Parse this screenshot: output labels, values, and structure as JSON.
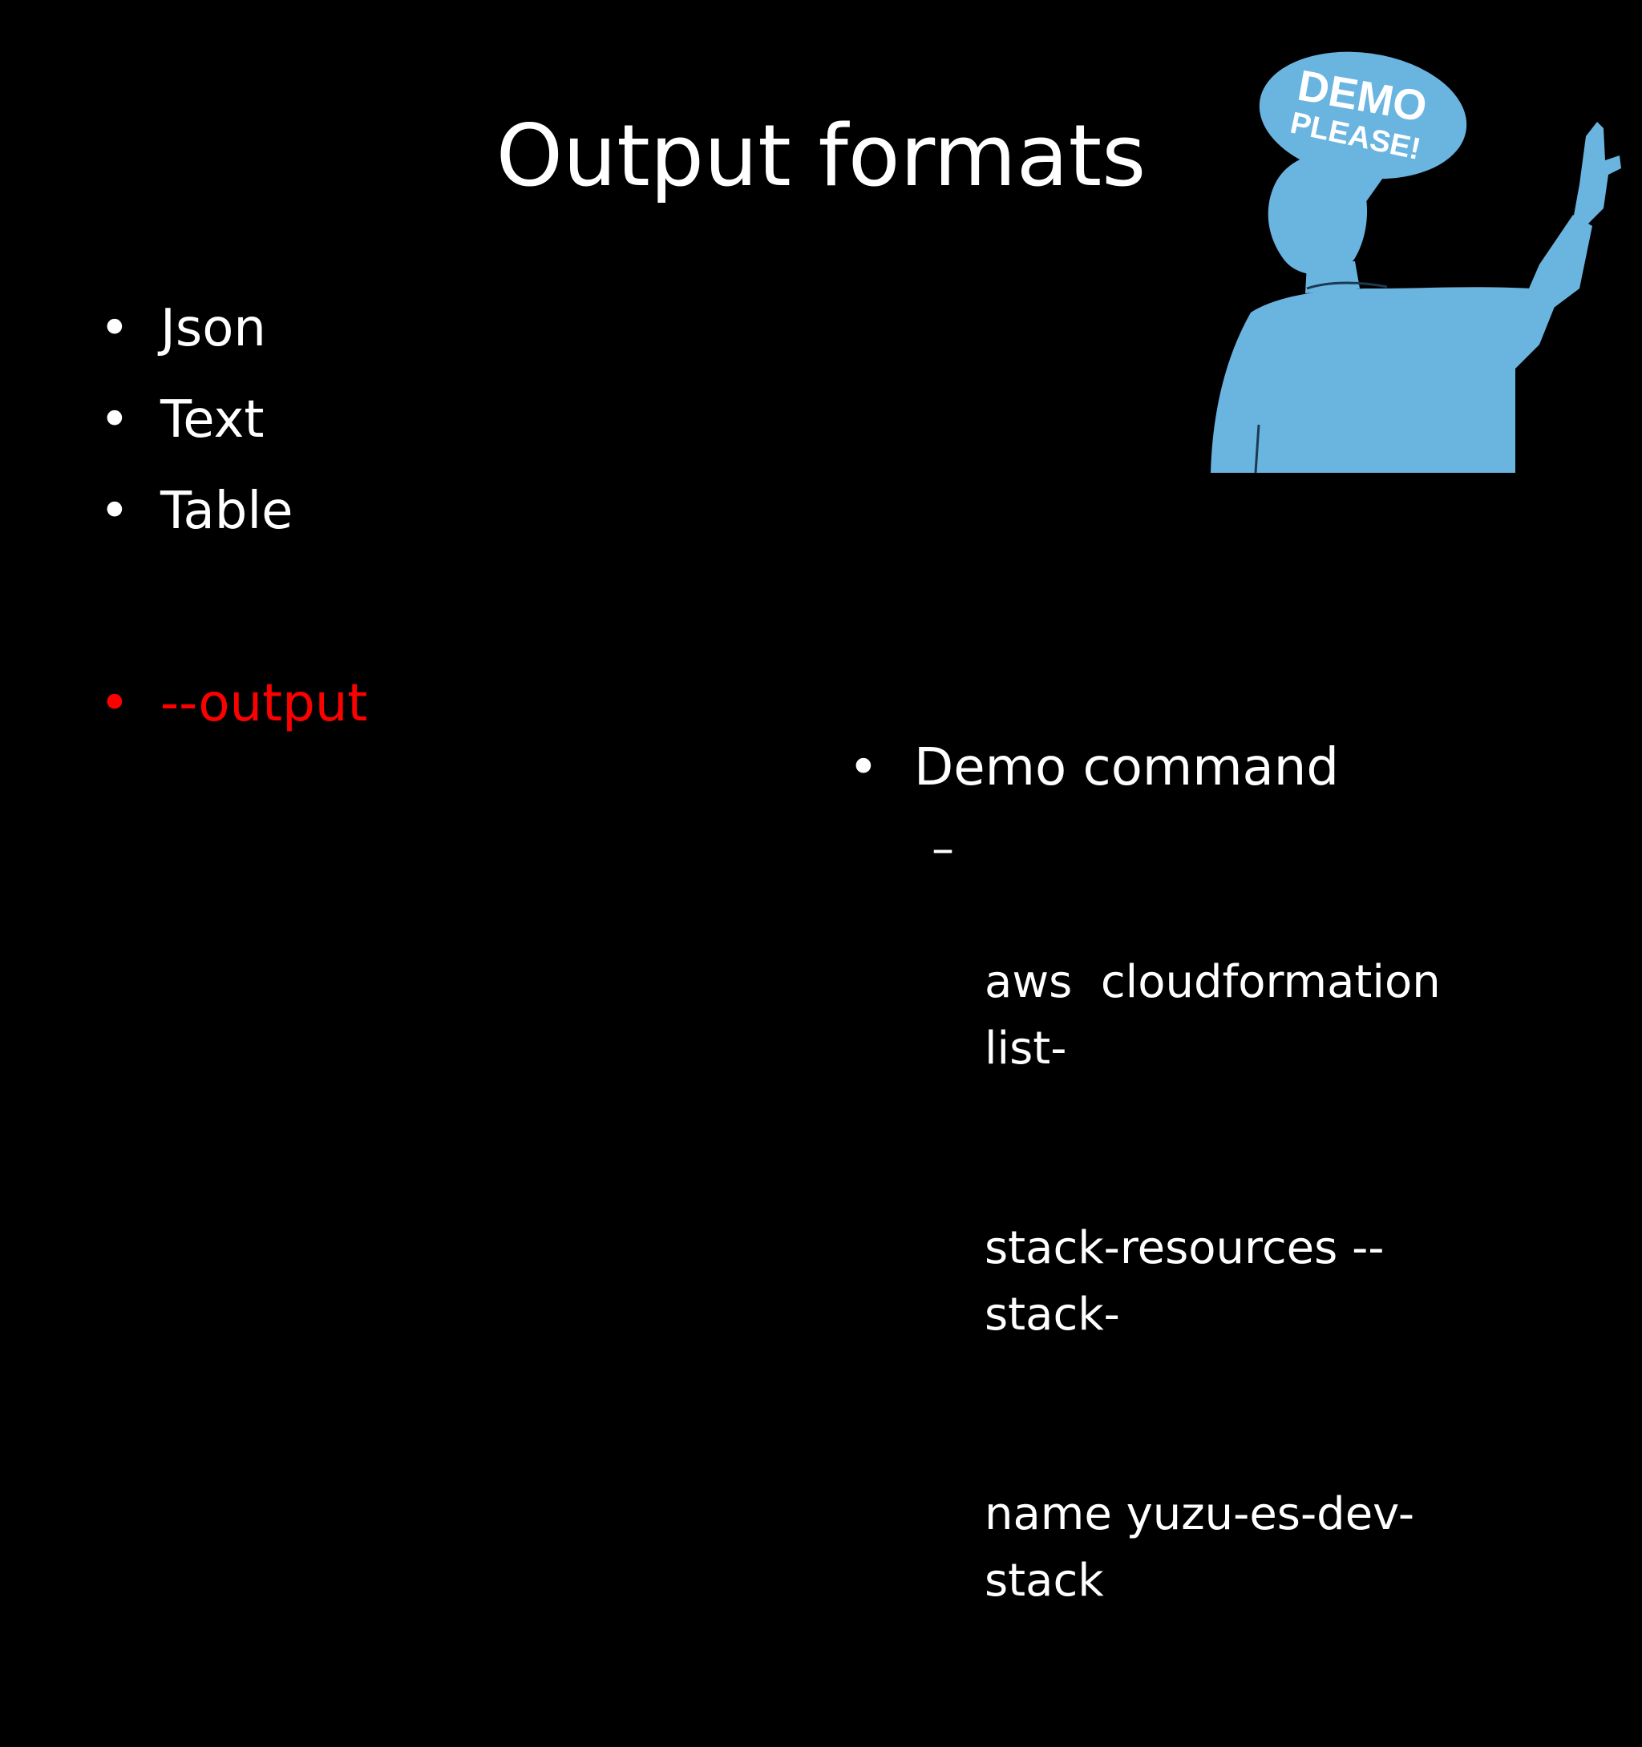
{
  "slide": {
    "title": "Output formats",
    "bullets": [
      {
        "marker": "•",
        "label": "Json"
      },
      {
        "marker": "•",
        "label": "Text"
      },
      {
        "marker": "•",
        "label": "Table"
      }
    ],
    "highlight_bullet": {
      "marker": "•",
      "label": "--output",
      "color": "#ff0000"
    },
    "demo": {
      "marker": "•",
      "label": "Demo command",
      "sub_marker": "–",
      "sub_lines": [
        "aws  cloudformation list-",
        "stack-resources --stack-",
        "name yuzu-es-dev-stack"
      ]
    },
    "illustration": {
      "bubble_line1": "DEMO",
      "bubble_line2": "PLEASE!",
      "color": "#6ab4e0"
    }
  }
}
